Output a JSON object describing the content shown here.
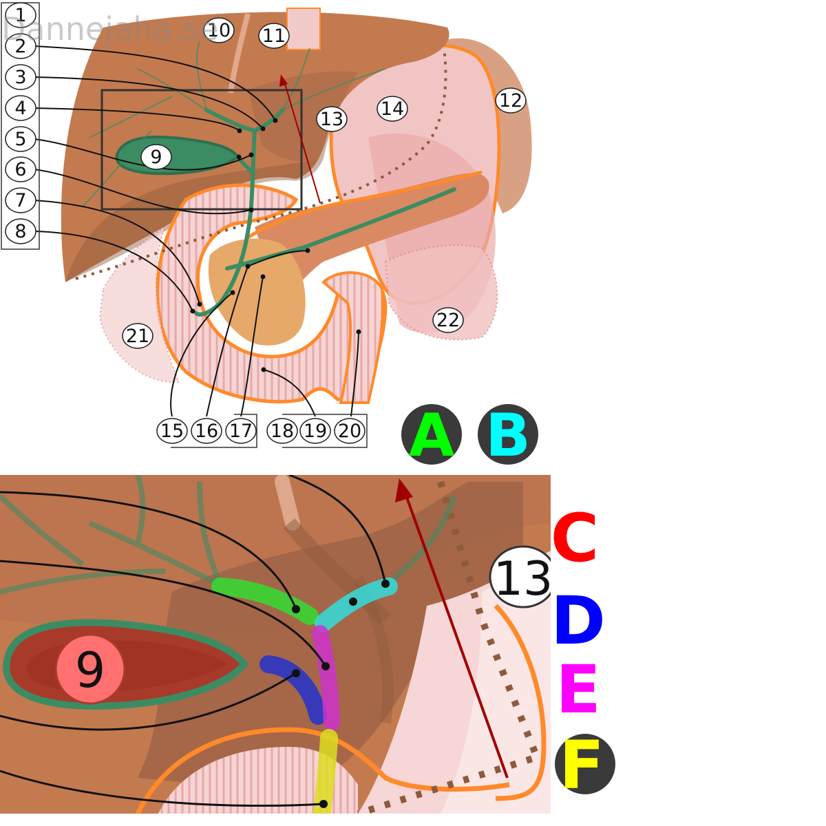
{
  "watermark": "Dannejaha.se",
  "labels": {
    "l1": "1",
    "l2": "2",
    "l3": "3",
    "l4": "4",
    "l5": "5",
    "l6": "6",
    "l7": "7",
    "l8": "8",
    "l9": "9",
    "l10": "10",
    "l11": "11",
    "l12": "12",
    "l13": "13",
    "l14": "14",
    "l15": "15",
    "l16": "16",
    "l17": "17",
    "l18": "18",
    "l19": "19",
    "l20": "20",
    "l21": "21",
    "l22": "22"
  },
  "zoom": {
    "gallbladder_label": "9",
    "marker_label": "13"
  },
  "letters": {
    "A": {
      "text": "A",
      "color": "#00ff00"
    },
    "B": {
      "text": "B",
      "color": "#00ffff"
    },
    "C": {
      "text": "C",
      "color": "#ff0000"
    },
    "D": {
      "text": "D",
      "color": "#0000ff"
    },
    "E": {
      "text": "E",
      "color": "#ff00ff"
    },
    "F": {
      "text": "F",
      "color": "#ffff00"
    }
  },
  "colors": {
    "liver": "#c57a50",
    "liver_dark": "#a06848",
    "bile_duct": "#3c8c63",
    "pancreas": "#d98a63",
    "duodenum": "#e8a0a0",
    "outline_orange": "#ff8a2a",
    "stomach": "#f0c4c4",
    "spleen": "#d7a082"
  }
}
